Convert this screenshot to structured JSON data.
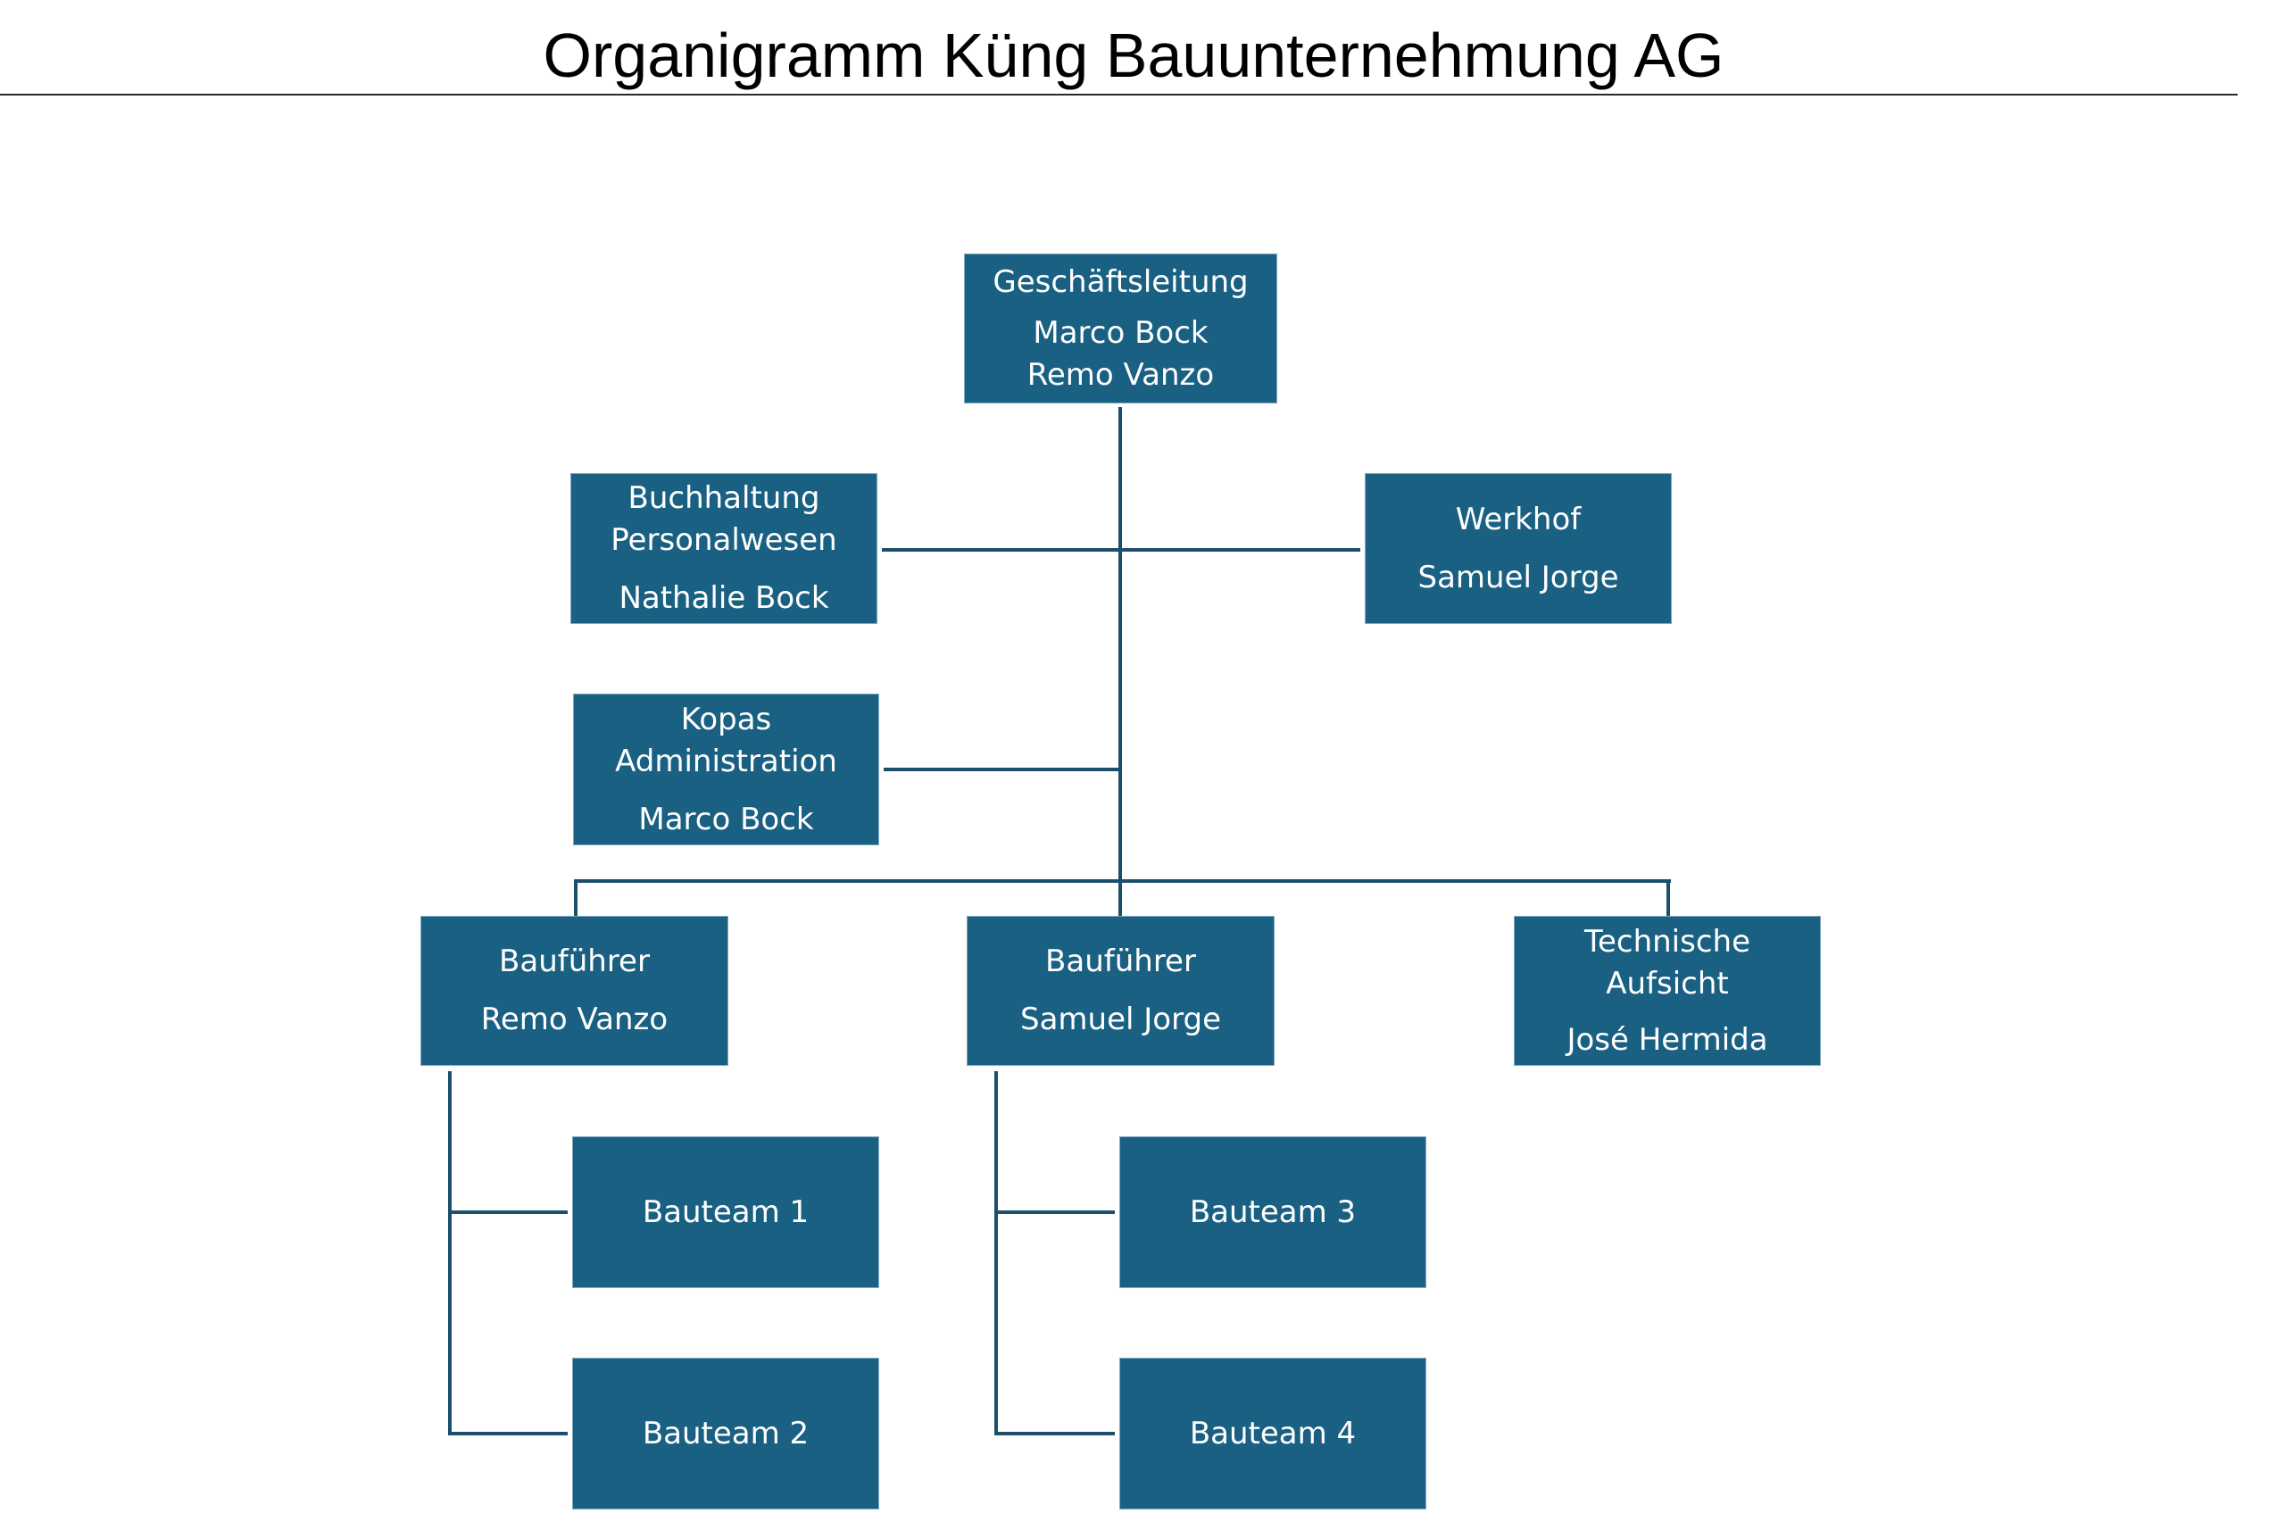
{
  "title": "Organigramm Küng Bauunternehmung AG",
  "colors": {
    "box_fill": "#1a6082",
    "box_text": "#ffffff",
    "connector": "#1b4f6b",
    "title_text": "#000000"
  },
  "org": {
    "root": {
      "role": "Geschäftsleitung",
      "people": "Marco Bock\nRemo Vanzo"
    },
    "staff": [
      {
        "role": "Buchhaltung\nPersonalwesen",
        "people": "Nathalie Bock"
      },
      {
        "role": "Werkhof",
        "people": "Samuel Jorge"
      },
      {
        "role": "Kopas\nAdministration",
        "people": "Marco Bock"
      }
    ],
    "line": [
      {
        "role": "Bauführer",
        "people": "Remo Vanzo",
        "teams": [
          {
            "role": "Bauteam 1"
          },
          {
            "role": "Bauteam 2"
          }
        ]
      },
      {
        "role": "Bauführer",
        "people": "Samuel Jorge",
        "teams": [
          {
            "role": "Bauteam 3"
          },
          {
            "role": "Bauteam 4"
          }
        ]
      },
      {
        "role": "Technische\nAufsicht",
        "people": "José Hermida",
        "teams": []
      }
    ]
  }
}
